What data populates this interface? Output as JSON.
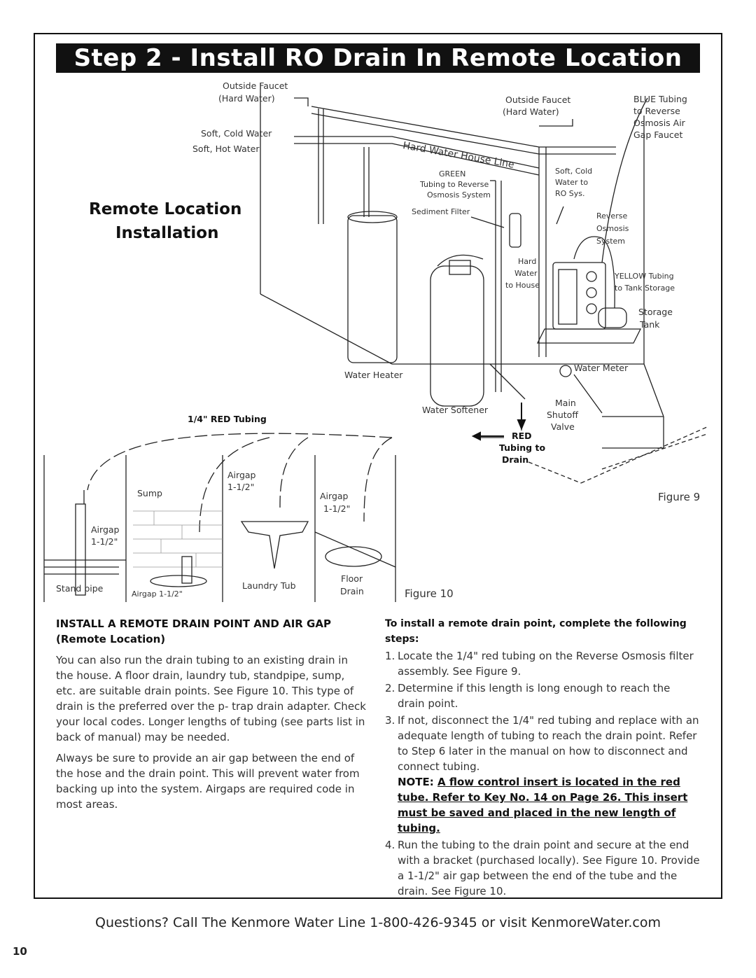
{
  "banner": "Step 2 - Install RO Drain In Remote Location",
  "section_title": {
    "line1": "Remote Location",
    "line2": "Installation"
  },
  "fig9_labels": {
    "outside_faucet_left": "Outside Faucet",
    "hard_water_left": "(Hard Water)",
    "soft_cold_water": "Soft, Cold Water",
    "soft_hot_water": "Soft, Hot Water",
    "hard_water_house_line": "Hard Water House Line",
    "outside_faucet_right": "Outside Faucet",
    "hard_water_right": "(Hard Water)",
    "blue_tubing_1": "BLUE Tubing",
    "blue_tubing_2": "to Reverse",
    "blue_tubing_3": "Osmosis Air",
    "blue_tubing_4": "Gap Faucet",
    "green_1": "GREEN",
    "green_2": "Tubing to Reverse",
    "green_3": "Osmosis System",
    "soft_cold_ro_1": "Soft, Cold",
    "soft_cold_ro_2": "Water to",
    "soft_cold_ro_3": "RO Sys.",
    "sediment_filter": "Sediment Filter",
    "ro_system_1": "Reverse",
    "ro_system_2": "Osmosis",
    "ro_system_3": "System",
    "hard_to_house_1": "Hard",
    "hard_to_house_2": "Water",
    "hard_to_house_3": "to House",
    "yellow_1": "YELLOW Tubing",
    "yellow_2": "to Tank Storage",
    "storage_1": "Storage",
    "storage_2": "Tank",
    "water_meter": "Water Meter",
    "water_heater": "Water Heater",
    "water_softener": "Water Softener",
    "main_shutoff_1": "Main",
    "main_shutoff_2": "Shutoff",
    "main_shutoff_3": "Valve",
    "red_tubing_quarter": "1/4\" RED Tubing",
    "red_drain_1": "RED",
    "red_drain_2": "Tubing to",
    "red_drain_3": "Drain",
    "figure9": "Figure 9"
  },
  "fig10_labels": {
    "sump": "Sump",
    "airgap_top_1": "Airgap",
    "airgap_top_2": "1-1/2\"",
    "airgap_mid_1": "Airgap",
    "airgap_mid_2": "1-1/2\"",
    "airgap_left_1": "Airgap",
    "airgap_left_2": "1-1/2\"",
    "stand_pipe": "Stand pipe",
    "airgap_bottom": "Airgap 1-1/2\"",
    "laundry_tub": "Laundry Tub",
    "floor_drain_1": "Floor",
    "floor_drain_2": "Drain",
    "figure10": "Figure 10"
  },
  "left_col": {
    "heading": "INSTALL A REMOTE DRAIN POINT AND AIR GAP",
    "subheading": "(Remote Location)",
    "para1": "You can also run the drain tubing to an existing drain in the house. A floor drain, laundry tub, standpipe, sump, etc. are suitable drain points. See Figure 10. This type of drain is the preferred over the p- trap drain adapter. Check your local codes. Longer lengths of tubing (see parts list in back of manual) may be needed.",
    "para2": "Always be sure to provide an air gap between the end of the hose and the drain point. This will prevent water from backing up into the system. Airgaps are required code in most areas."
  },
  "right_col": {
    "intro": "To install a remote drain point, complete the following steps:",
    "steps": [
      {
        "num": "1.",
        "text": "Locate the 1/4\" red tubing on the Reverse Osmosis filter assembly. See Figure 9."
      },
      {
        "num": "2.",
        "text": "Determine if this length is long enough to reach the drain point."
      },
      {
        "num": "3.",
        "text": "If not, disconnect the 1/4\" red tubing and replace with an adequate length of tubing to reach the drain point. Refer to Step 6 later in the manual on how to disconnect and connect tubing."
      },
      {
        "num": "4.",
        "text": "Run the tubing to the drain point and secure at the end with a bracket (purchased locally). See Figure 10. Provide a 1-1/2\" air gap between the end of the tube and the drain. See Figure 10."
      }
    ],
    "note_prefix": "NOTE:",
    "note_text": "A flow control insert is located in the red tube. Refer to Key No. 14 on Page 26. This insert must be saved and placed in the new length of tubing."
  },
  "footer": "Questions? Call The Kenmore Water Line 1-800-426-9345 or visit KenmoreWater.com",
  "page_number": "10"
}
